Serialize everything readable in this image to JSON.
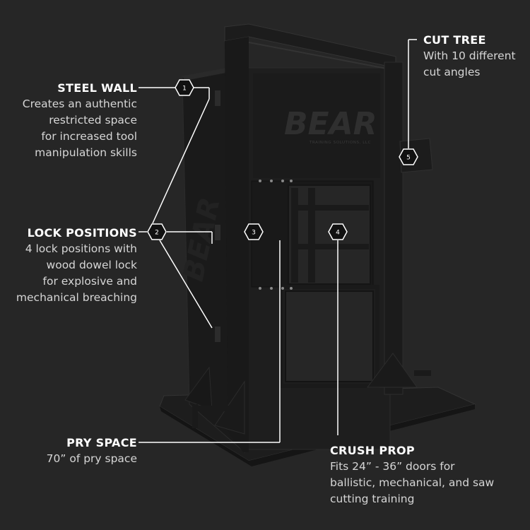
{
  "colors": {
    "background": "#262626",
    "metal": "#1b1b1b",
    "metal_light": "#2e2e2e",
    "callout_line": "#ffffff",
    "title_text": "#ffffff",
    "desc_text": "#d6d6d6"
  },
  "logo": {
    "brand": "BEAR",
    "tagline": "TRAINING SOLUTIONS, LLC"
  },
  "callouts": [
    {
      "number": "1",
      "title": "STEEL WALL",
      "lines": [
        "Creates an authentic",
        "restricted space",
        "for increased tool",
        "manipulation skills"
      ]
    },
    {
      "number": "2",
      "title": "LOCK POSITIONS",
      "lines": [
        "4 lock positions with",
        "wood dowel lock",
        "for explosive and",
        "mechanical breaching"
      ]
    },
    {
      "number": "3",
      "title": "PRY SPACE",
      "lines": [
        "70” of pry space"
      ]
    },
    {
      "number": "4",
      "title": "CRUSH PROP",
      "lines": [
        "Fits 24” - 36” doors for",
        "ballistic, mechanical, and saw",
        "cutting training"
      ]
    },
    {
      "number": "5",
      "title": "CUT TREE",
      "lines": [
        "With 10 different",
        "cut angles"
      ]
    }
  ]
}
